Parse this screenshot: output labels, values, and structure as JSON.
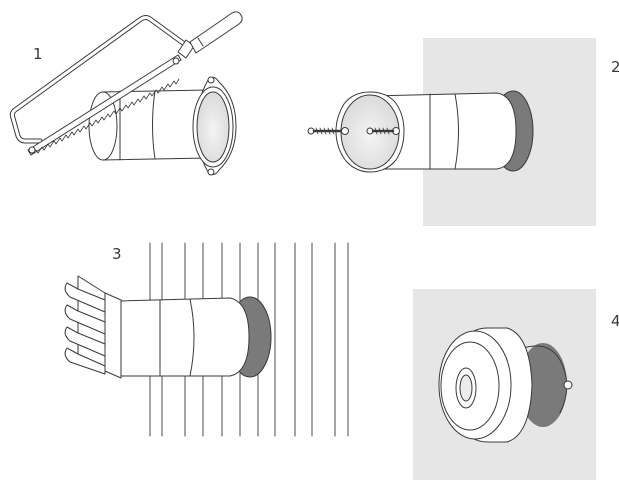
{
  "steps": [
    {
      "number": "1"
    },
    {
      "number": "2"
    },
    {
      "number": "3"
    },
    {
      "number": "4"
    }
  ],
  "colors": {
    "panel": "#e6e6e6",
    "outline": "#3a3a3a",
    "hole": "#7a7a7a",
    "tube_fill": "#ffffff",
    "inner_shade": "#e9e9e9"
  }
}
